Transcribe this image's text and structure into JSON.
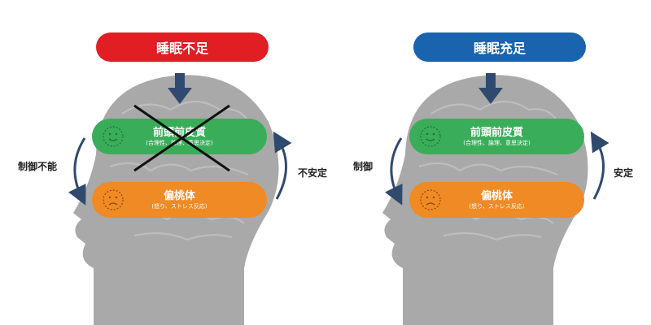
{
  "left_panel": {
    "title": "睡眠不足",
    "prefrontal": {
      "name": "前頭前皮質",
      "desc": "(合理性、論理、意思決定)"
    },
    "amygdala": {
      "name": "偏桃体",
      "desc": "(怒り、ストレス反応)"
    },
    "left_label": "制御不能",
    "right_label": "不安定"
  },
  "right_panel": {
    "title": "睡眠充足",
    "prefrontal": {
      "name": "前頭前皮質",
      "desc": "(合理性、論理、意思決定)"
    },
    "amygdala": {
      "name": "偏桃体",
      "desc": "(怒り、ストレス反応)"
    },
    "left_label": "制御",
    "right_label": "安定"
  },
  "colors": {
    "red": "#e01e24",
    "blue": "#1a63ae",
    "green": "#3aad5a",
    "orange": "#f08a24",
    "head": "#a9a9a9",
    "arrow": "#2f4a6e"
  },
  "icons": [
    "smile-face-icon",
    "sad-face-icon",
    "down-arrow-icon",
    "curved-arrow-icon",
    "cross-mark-icon"
  ]
}
